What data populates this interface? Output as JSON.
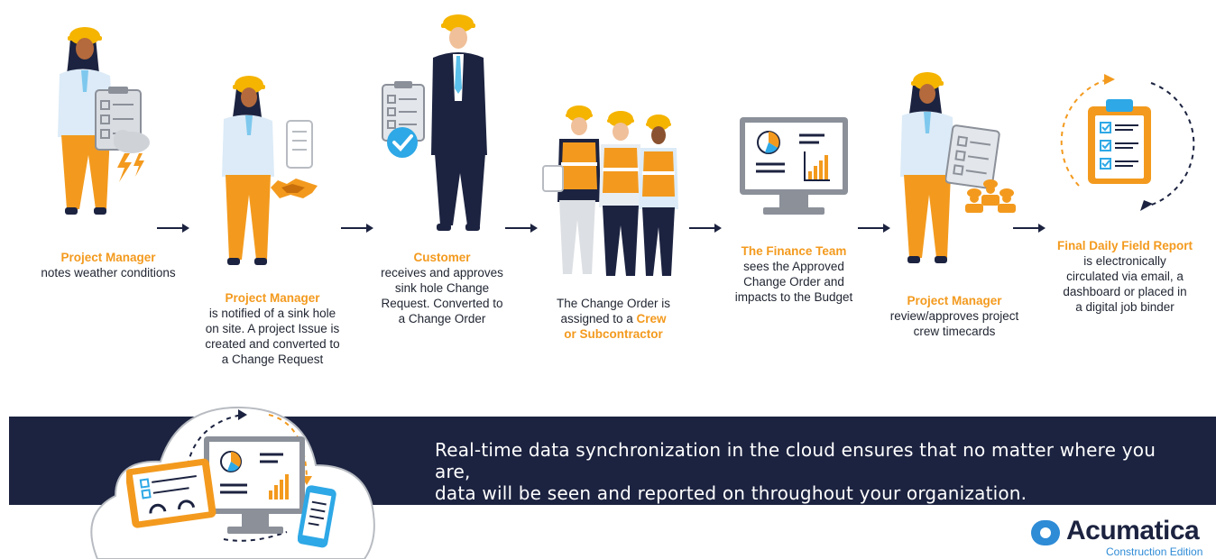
{
  "steps": [
    {
      "title": "Project Manager",
      "line1": "notes weather conditions"
    },
    {
      "title": "Project Manager",
      "line1": "is notified of a sink hole",
      "line2": "on site. A project Issue is",
      "line3": "created and converted to",
      "line4": "a Change Request"
    },
    {
      "title": "Customer",
      "line1": "receives and approves",
      "line2": "sink hole Change",
      "line3": "Request. Converted to",
      "line4": "a Change Order"
    },
    {
      "line1": "The Change Order is",
      "line2a": "assigned to a ",
      "line2b": "Crew",
      "line3": "or Subcontractor"
    },
    {
      "title": "The Finance Team",
      "line1": "sees the Approved",
      "line2": "Change Order and",
      "line3": "impacts to the Budget"
    },
    {
      "title": "Project Manager",
      "line1": "review/approves project",
      "line2": "crew timecards"
    },
    {
      "title": "Final Daily Field Report",
      "line1": "is electronically",
      "line2": "circulated via email, a",
      "line3": "dashboard or placed in",
      "line4": "a digital job binder"
    }
  ],
  "banner": {
    "line1": "Real-time data synchronization in the cloud ensures that no matter where you are,",
    "line2": "data will be seen and reported on throughout your organization."
  },
  "logo": {
    "name": "Acumatica",
    "edition": "Construction Edition"
  },
  "icons": [
    "project-manager-figure",
    "weather-cloud-lightning-icon",
    "sink-hole-icon",
    "customer-figure",
    "approved-check-icon",
    "crew-figures",
    "finance-monitor-icon",
    "timecard-clipboard-icon",
    "workers-icon",
    "report-clipboard-icon",
    "cloud-sync-icon",
    "tablet-icon",
    "phone-icon"
  ],
  "colors": {
    "accent": "#f39a1e",
    "navy": "#1c2340",
    "blue": "#2e8bd6",
    "text": "#1f2430"
  }
}
